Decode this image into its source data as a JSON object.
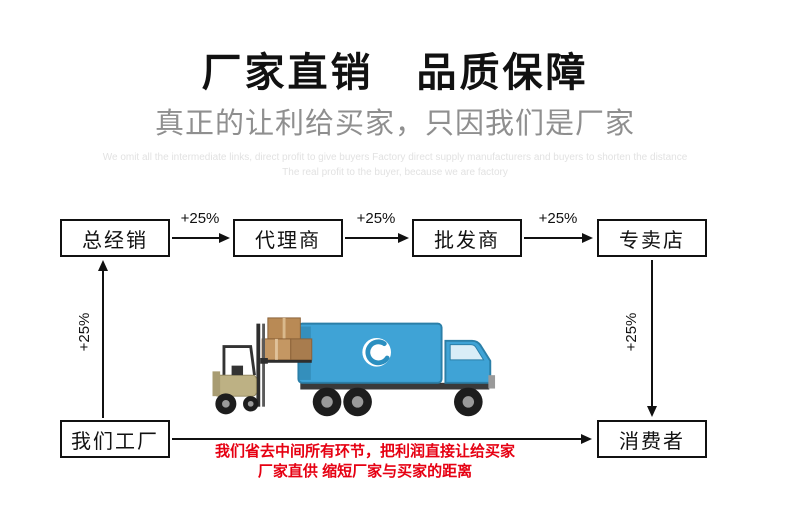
{
  "header": {
    "title": "厂家直销　品质保障",
    "subtitle": "真正的让利给买家，只因我们是厂家",
    "watermark_line1": "We omit all the intermediate links, direct profit to give buyers Factory direct supply manufacturers and buyers to shorten the distance",
    "watermark_line2": "The real profit to the buyer, because we are factory"
  },
  "flow": {
    "factory": "我们工厂",
    "distributor": "总经销",
    "agent": "代理商",
    "wholesaler": "批发商",
    "store": "专卖店",
    "consumer": "消费者",
    "markup": "+25%"
  },
  "footer": {
    "line1": "我们省去中间所有环节，把利润直接让给买家",
    "line2": "厂家直供 缩短厂家与买家的距离"
  },
  "colors": {
    "red": "#e60012",
    "truck_blue": "#3fa3d6",
    "box_border": "#111111",
    "subtitle_gray": "#8f8f8f",
    "cardboard_brown": "#b98a55"
  }
}
